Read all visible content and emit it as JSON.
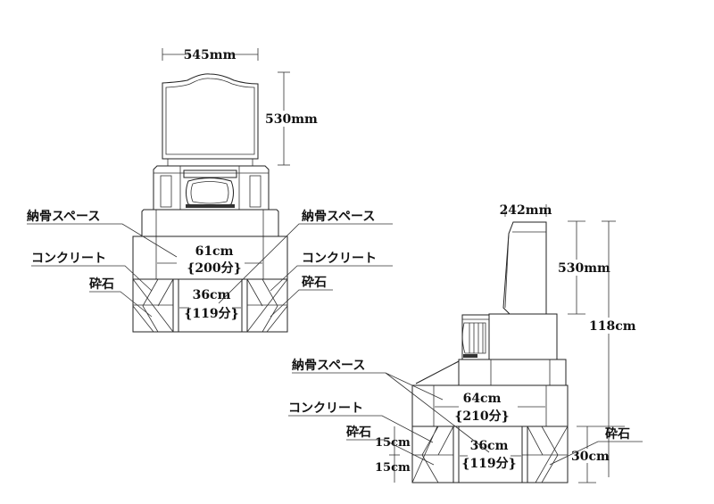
{
  "front_view": {
    "width_dim": "545mm",
    "height_dim": "530mm",
    "inner_width": "61cm",
    "inner_width_bu": "{200分}",
    "opening_width": "36cm",
    "opening_width_bu": "{119分}",
    "labels": {
      "left_ossuary": "納骨スペース",
      "left_concrete": "コンクリート",
      "left_gravel": "砕石",
      "right_ossuary": "納骨スペース",
      "right_concrete": "コンクリート",
      "right_gravel": "砕石"
    }
  },
  "side_view": {
    "depth_dim": "242mm",
    "height_dim": "530mm",
    "total_height": "118cm",
    "inner_width": "64cm",
    "inner_width_bu": "{210分}",
    "opening_width": "36cm",
    "opening_width_bu": "{119分}",
    "gravel_depth": "30cm",
    "layer_upper": "15cm",
    "layer_lower": "15cm",
    "labels": {
      "ossuary": "納骨スペース",
      "concrete": "コンクリート",
      "gravel_left": "砕石",
      "gravel_right": "砕石"
    }
  }
}
